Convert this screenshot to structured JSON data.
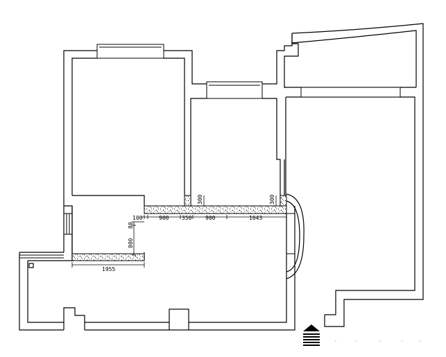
{
  "dimensions": {
    "d100": "100",
    "d900a": "900",
    "d350": "350",
    "d900b": "900",
    "d1643": "1643",
    "d300a": "300",
    "d300b": "300",
    "d80": "80",
    "d800": "800",
    "d1955": "1955"
  },
  "colors": {
    "line": "#000000",
    "background": "#ffffff"
  },
  "icons": {
    "entrance": "entrance-arrow-icon"
  }
}
